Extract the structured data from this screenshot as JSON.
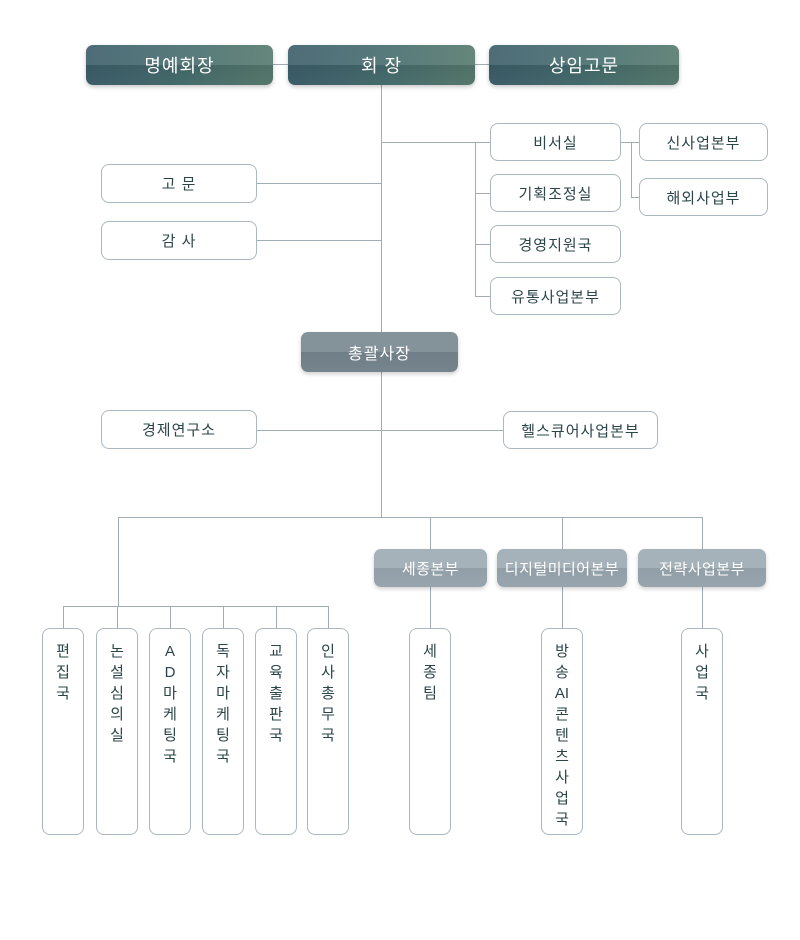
{
  "colors": {
    "line": "#a0adb4",
    "border": "#aab8c1",
    "ink": "#2b4549",
    "teal-a": "#3d5e6b",
    "teal-b": "#476e6e",
    "teal-c": "#587b6e",
    "gray-dark": "#76868f",
    "gray-light": "#9aa7b0"
  },
  "org": {
    "top": [
      {
        "label": "명예회장"
      },
      {
        "label": "회 장"
      },
      {
        "label": "상임고문"
      }
    ],
    "left": [
      {
        "label": "고 문"
      },
      {
        "label": "감 사"
      }
    ],
    "staff": [
      {
        "label": "비서실"
      },
      {
        "label": "기획조정실"
      },
      {
        "label": "경영지원국"
      },
      {
        "label": "유통사업본부"
      }
    ],
    "staff_sub": [
      {
        "label": "신사업본부"
      },
      {
        "label": "해외사업부"
      }
    ],
    "president": {
      "label": "총괄사장"
    },
    "mid": [
      {
        "label": "경제연구소"
      },
      {
        "label": "헬스큐어사업본부"
      }
    ],
    "divisions": [
      {
        "label": "세종본부"
      },
      {
        "label": "디지털미디어본부"
      },
      {
        "label": "전략사업본부"
      }
    ],
    "bureaus": [
      {
        "label": "편\n집\n국"
      },
      {
        "label": "논\n설\n심\n의\n실"
      },
      {
        "label": "A\nD\n마\n케\n팅\n국"
      },
      {
        "label": "독\n자\n마\n케\n팅\n국"
      },
      {
        "label": "교\n육\n출\n판\n국"
      },
      {
        "label": "인\n사\n총\n무\n국"
      },
      {
        "label": "세\n종\n팀"
      },
      {
        "label": "방\n송\nAI\n콘\n텐\n츠\n사\n업\n국"
      },
      {
        "label": "사\n업\n국"
      }
    ]
  }
}
